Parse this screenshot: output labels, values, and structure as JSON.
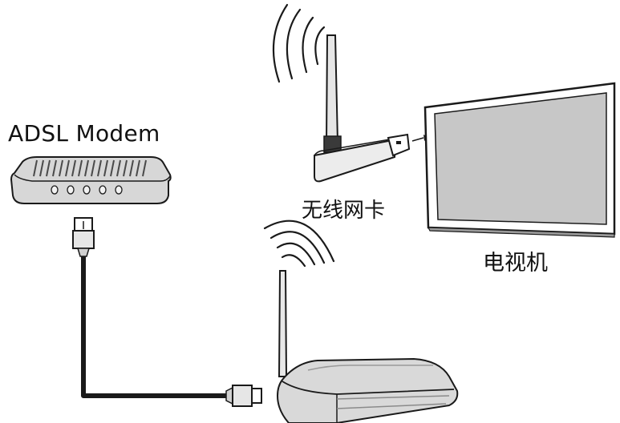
{
  "labels": {
    "modem": "ADSL Modem",
    "wifi_adapter": "无线网卡",
    "tv": "电视机"
  },
  "icons": {
    "modem": "adsl-modem-icon",
    "router": "wireless-router-icon",
    "adapter": "usb-wifi-adapter-icon",
    "tv": "flat-screen-tv-icon",
    "signal": "wifi-signal-waves-icon",
    "cable": "ethernet-cable-icon"
  },
  "colors": {
    "line": "#1a1a1a",
    "device_fill": "#d9d9d9",
    "device_dark": "#9a9a9a",
    "screen": "#c7c7c7"
  }
}
